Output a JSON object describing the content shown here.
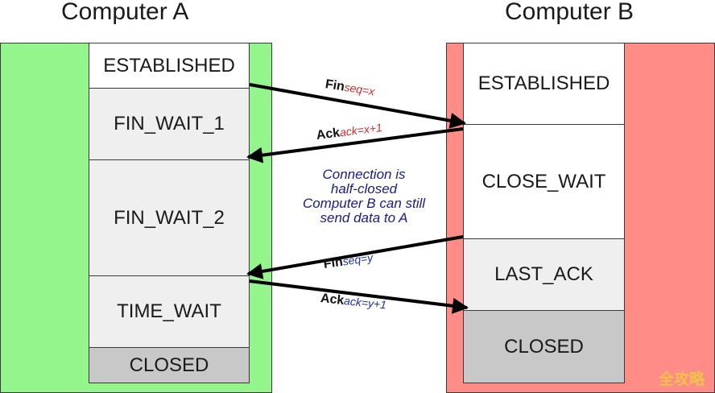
{
  "computer_a": {
    "title": "Computer A",
    "color": "#93f58b",
    "states": [
      "ESTABLISHED",
      "FIN_WAIT_1",
      "FIN_WAIT_2",
      "TIME_WAIT",
      "CLOSED"
    ]
  },
  "computer_b": {
    "title": "Computer B",
    "color": "#ff8c86",
    "states": [
      "ESTABLISHED",
      "CLOSE_WAIT",
      "LAST_ACK",
      "CLOSED"
    ]
  },
  "messages": [
    {
      "keyword": "Fin",
      "param": "seq=x",
      "param_color": "#d42a2a",
      "direction": "A to B"
    },
    {
      "keyword": "Ack",
      "param": "ack=x+1",
      "param_color": "#d42a2a",
      "direction": "B to A"
    },
    {
      "keyword": "Fin",
      "param": "seq=y",
      "param_color": "#1f2fb5",
      "direction": "B to A"
    },
    {
      "keyword": "Ack",
      "param": "ack=y+1",
      "param_color": "#1f2fb5",
      "direction": "A to B"
    }
  ],
  "note": [
    "Connection is",
    "half-closed",
    "Computer B can still",
    "send data to A"
  ],
  "watermark": "全攻略",
  "colors": {
    "state_active": "#ffffff",
    "state_transition": "#efefef",
    "state_closed": "#c8c8c8",
    "note": "#1a1a8c"
  }
}
